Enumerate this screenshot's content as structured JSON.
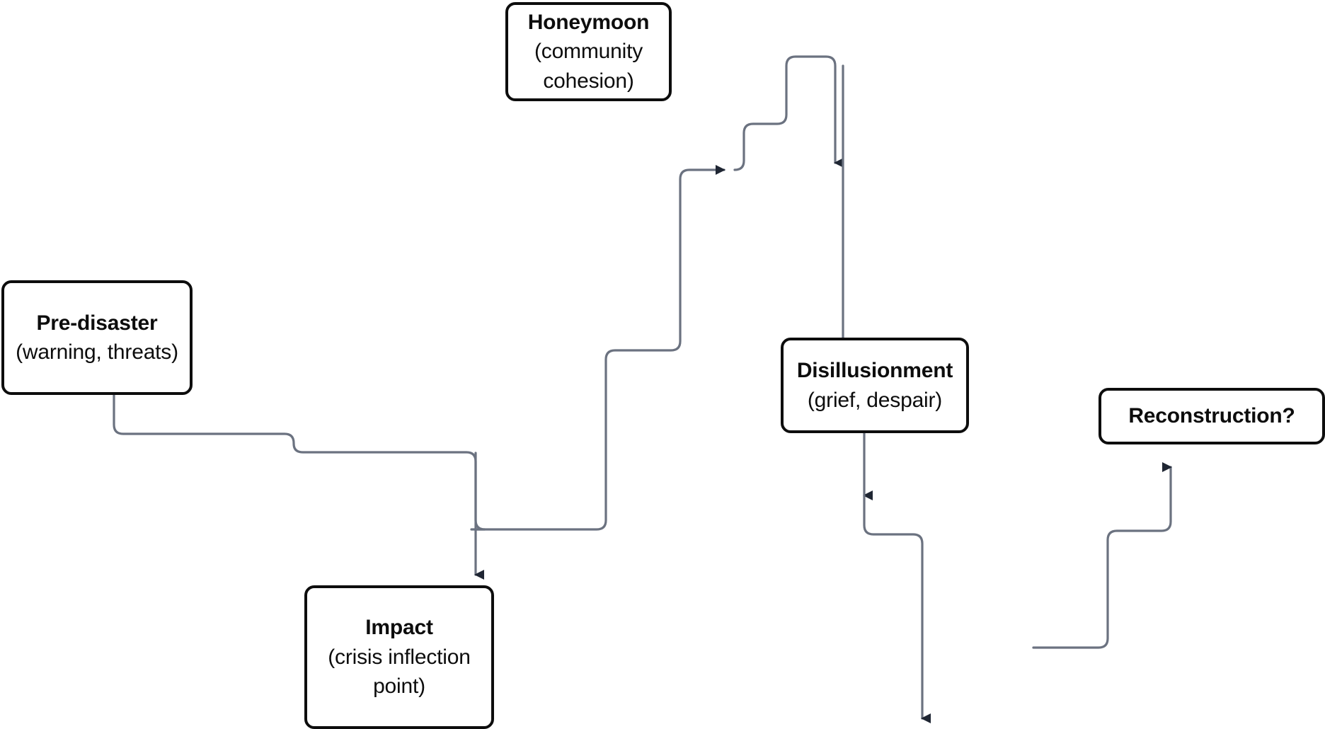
{
  "diagram": {
    "type": "flowchart",
    "title": "Disaster response phases staircase diagram",
    "background_color": "#ffffff",
    "node_border_color": "#0d0d0d",
    "connector_color": "#6b7280",
    "arrowhead_color": "#1f2633",
    "nodes": [
      {
        "id": "honeymoon",
        "title": "Honeymoon",
        "subtitle_lines": [
          "(community",
          "cohesion)"
        ],
        "order": 3
      },
      {
        "id": "pre-disaster",
        "title": "Pre-disaster",
        "subtitle_lines": [
          "(warning, threats)"
        ],
        "order": 1
      },
      {
        "id": "impact",
        "title": "Impact",
        "subtitle_lines": [
          "(crisis inflection",
          "point)"
        ],
        "order": 2
      },
      {
        "id": "disillusionment",
        "title": "Disillusionment",
        "subtitle_lines": [
          "(grief, despair)"
        ],
        "order": 4
      },
      {
        "id": "reconstruction",
        "title": "Reconstruction?",
        "subtitle_lines": [],
        "order": 5
      }
    ],
    "connectors": [
      {
        "id": "predisaster-to-impact",
        "from": "pre-disaster",
        "to": "impact",
        "arrowhead": "down"
      },
      {
        "id": "impact-to-honeymoon-step",
        "from": "impact",
        "to": "honeymoon",
        "arrowhead": "right"
      },
      {
        "id": "honeymoon-to-disillusionment",
        "from": "honeymoon",
        "to": "disillusionment",
        "arrowhead": "down"
      },
      {
        "id": "disillusionment-descent",
        "from": "disillusionment",
        "to": "off-chart-bottom",
        "arrowhead": "down"
      },
      {
        "id": "ascent-to-reconstruction",
        "from": "off-chart-left",
        "to": "reconstruction",
        "arrowhead": "up"
      }
    ]
  }
}
